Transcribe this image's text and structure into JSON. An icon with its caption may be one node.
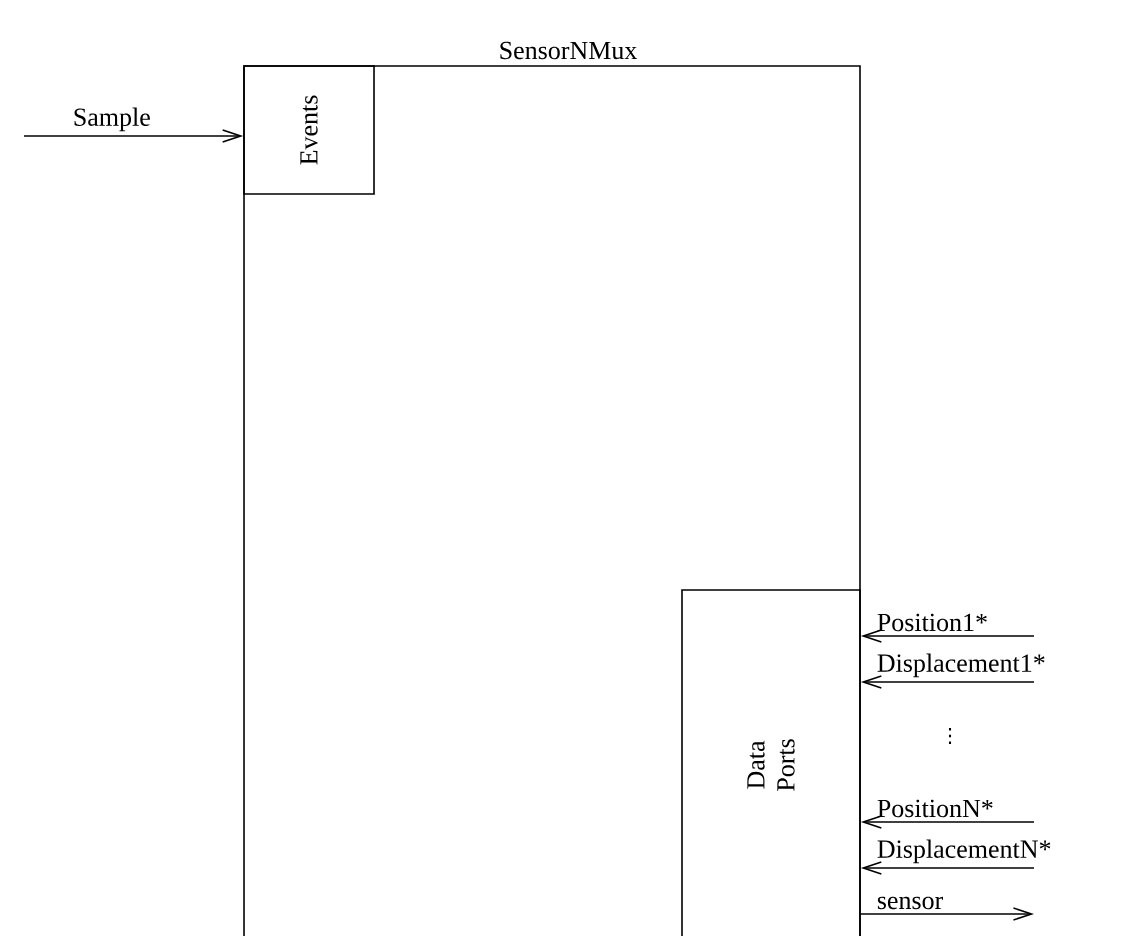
{
  "diagram": {
    "nodes": [
      {
        "text": [
          "SensorNMux"
        ]
      },
      {
        "text": [
          "Events"
        ],
        "in": 0
      },
      {
        "text": [
          "Data Ports"
        ],
        "in": 0
      }
    ],
    "edges": [
      {
        "from": null,
        "to": 1,
        "arrow": "to",
        "label": "Sample"
      },
      {
        "from": null,
        "to": 2,
        "arrow": "to",
        "label": "Position1*"
      },
      {
        "from": null,
        "to": 2,
        "arrow": "to",
        "label": "Displacement1*"
      },
      {
        "from": null,
        "to": 2,
        "arrow": "to",
        "label": "PositionN*"
      },
      {
        "from": null,
        "to": 2,
        "arrow": "to",
        "label": "DisplacementN*"
      },
      {
        "from": 2,
        "to": null,
        "arrow": "to",
        "label": "sensor"
      }
    ],
    "labels": [
      "⋮"
    ]
  }
}
